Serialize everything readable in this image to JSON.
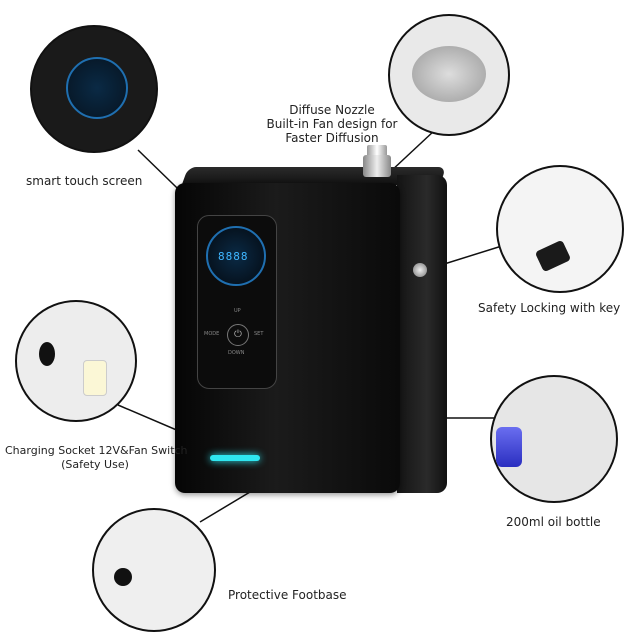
{
  "labels": {
    "nozzle_line1": "Diffuse Nozzle",
    "nozzle_line2": "Built-in Fan design for",
    "nozzle_line3": "Faster Diffusion",
    "touch_screen": "smart touch screen",
    "safety_lock": "Safety Locking with key",
    "charging_line1": "Charging Socket 12V&Fan Switch",
    "charging_line2": "(Safety Use)",
    "oil_bottle": "200ml oil bottle",
    "footbase": "Protective Footbase"
  },
  "device": {
    "display_digits": "8888",
    "button_up": "UP",
    "button_down": "DOWN",
    "button_mode": "MODE",
    "button_set": "SET",
    "power_symbol": "⏻"
  },
  "colors": {
    "body": "#0a0a0a",
    "display": "#3fb6ff",
    "led": "#2fe6f0"
  }
}
